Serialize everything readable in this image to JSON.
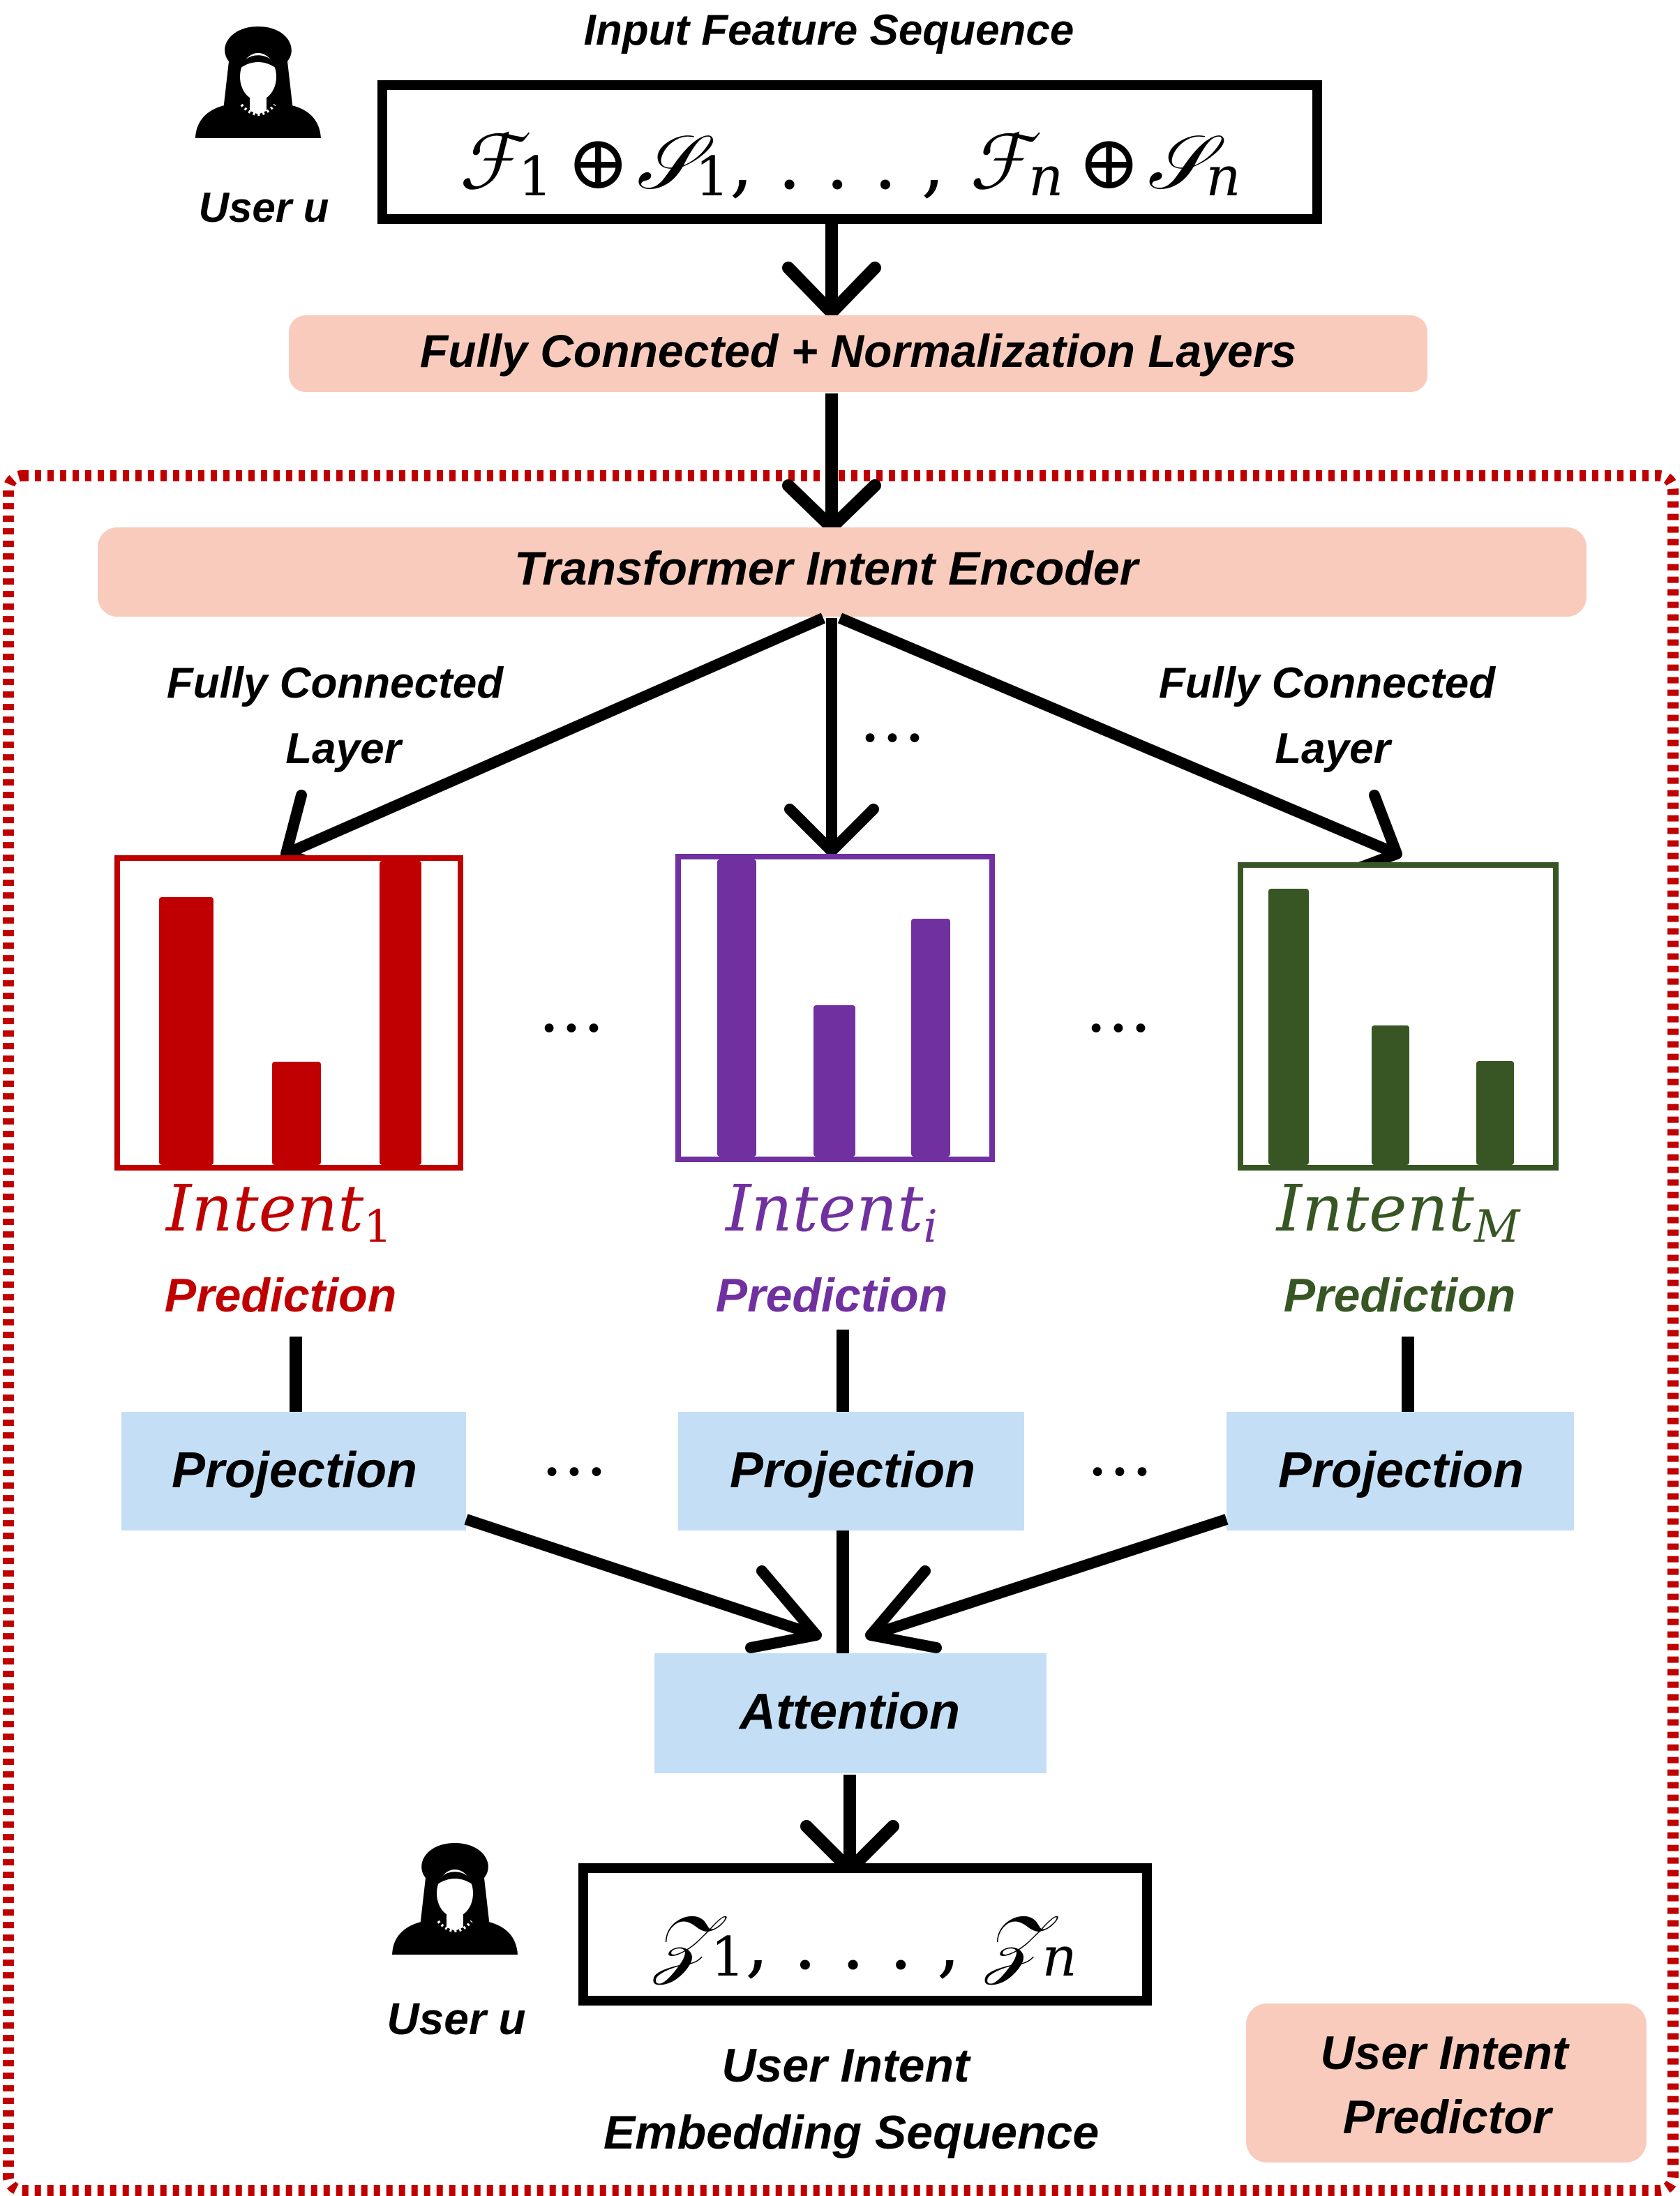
{
  "input": {
    "title": "Input Feature Sequence",
    "user_label": "User u",
    "sequence": {
      "f": "ℱ",
      "f1": "1",
      "oplus": "⊕",
      "s": "𝒮",
      "s1": "1",
      "sep": ", . . . , ",
      "fn": "n",
      "sn": "n"
    }
  },
  "fc_norm": {
    "label": "Fully Connected + Normalization Layers"
  },
  "encoder": {
    "label": "Transformer Intent Encoder"
  },
  "fc_labels": {
    "left_line1": "Fully Connected",
    "left_line2": "Layer",
    "right_line1": "Fully Connected",
    "right_line2": "Layer"
  },
  "ellipsis": "•••",
  "predictions": [
    {
      "name": "Intent",
      "subscript": "1",
      "sub_label": "Prediction",
      "color": "#c00000",
      "values": [
        0.88,
        0.34,
        1.0
      ]
    },
    {
      "name": "Intent",
      "subscript": "i",
      "sub_label": "Prediction",
      "color": "#7030a0",
      "values": [
        1.0,
        0.51,
        0.8
      ]
    },
    {
      "name": "Intent",
      "subscript": "M",
      "sub_label": "Prediction",
      "color": "#375623",
      "values": [
        0.93,
        0.47,
        0.35
      ]
    }
  ],
  "projection": {
    "label": "Projection"
  },
  "attention": {
    "label": "Attention"
  },
  "output": {
    "user_label": "User u",
    "sequence": {
      "z": "𝒵",
      "z1": "1",
      "sep": ", . . . , ",
      "zn": "n"
    },
    "caption_line1": "User Intent",
    "caption_line2": "Embedding Sequence"
  },
  "module": {
    "line1": "User Intent",
    "line2": "Predictor",
    "border_color": "#c00000"
  },
  "colors": {
    "pink": "#f9cbbd",
    "blue": "#c4dff5"
  }
}
